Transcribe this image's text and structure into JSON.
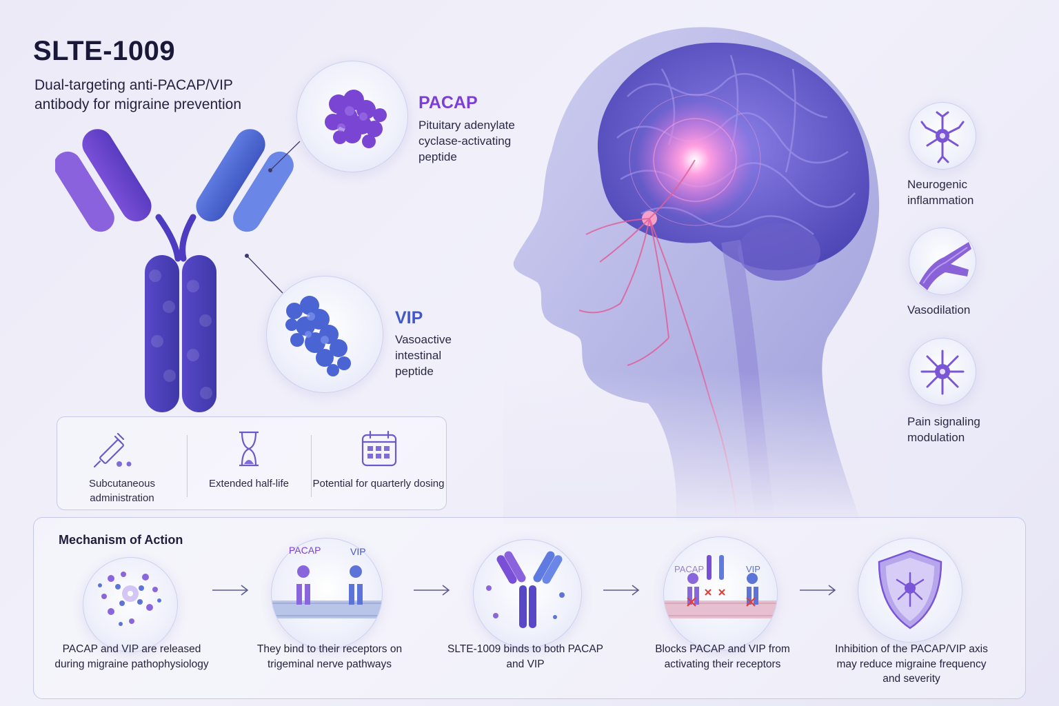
{
  "header": {
    "title": "SLTE-1009",
    "subtitle": "Dual-targeting anti-PACAP/VIP antibody for migraine prevention"
  },
  "targets": {
    "pacap": {
      "name": "PACAP",
      "description": "Pituitary adenylate cyclase-activating peptide",
      "color": "#7b3fd6"
    },
    "vip": {
      "name": "VIP",
      "description": "Vasoactive intestinal peptide",
      "color": "#4457c9"
    }
  },
  "properties": [
    {
      "label": "Subcutaneous administration",
      "icon": "syringe-icon"
    },
    {
      "label": "Extended half-life",
      "icon": "hourglass-icon"
    },
    {
      "label": "Potential for quarterly dosing",
      "icon": "calendar-icon"
    }
  ],
  "effects": [
    {
      "label": "Neurogenic inflammation",
      "icon": "neuron-icon"
    },
    {
      "label": "Vasodilation",
      "icon": "blood-vessel-icon"
    },
    {
      "label": "Pain signaling modulation",
      "icon": "neuron-signal-icon"
    }
  ],
  "mechanism": {
    "title": "Mechanism of Action",
    "steps": [
      {
        "text": "PACAP and VIP are released during migraine pathophysiology"
      },
      {
        "text": "They bind to their receptors on trigeminal nerve pathways",
        "tags": [
          "PACAP",
          "VIP"
        ]
      },
      {
        "text": "SLTE-1009 binds to both PACAP and VIP"
      },
      {
        "text": "Blocks PACAP and VIP from activating their receptors",
        "tags": [
          "PACAP",
          "VIP"
        ]
      },
      {
        "text": "Inhibition of the PACAP/VIP axis may reduce migraine frequency and severity"
      }
    ]
  },
  "colors": {
    "purple": "#6d3fcf",
    "blue": "#4a5fd0",
    "pink": "#e0609a",
    "accent": "#7b3fd6"
  }
}
